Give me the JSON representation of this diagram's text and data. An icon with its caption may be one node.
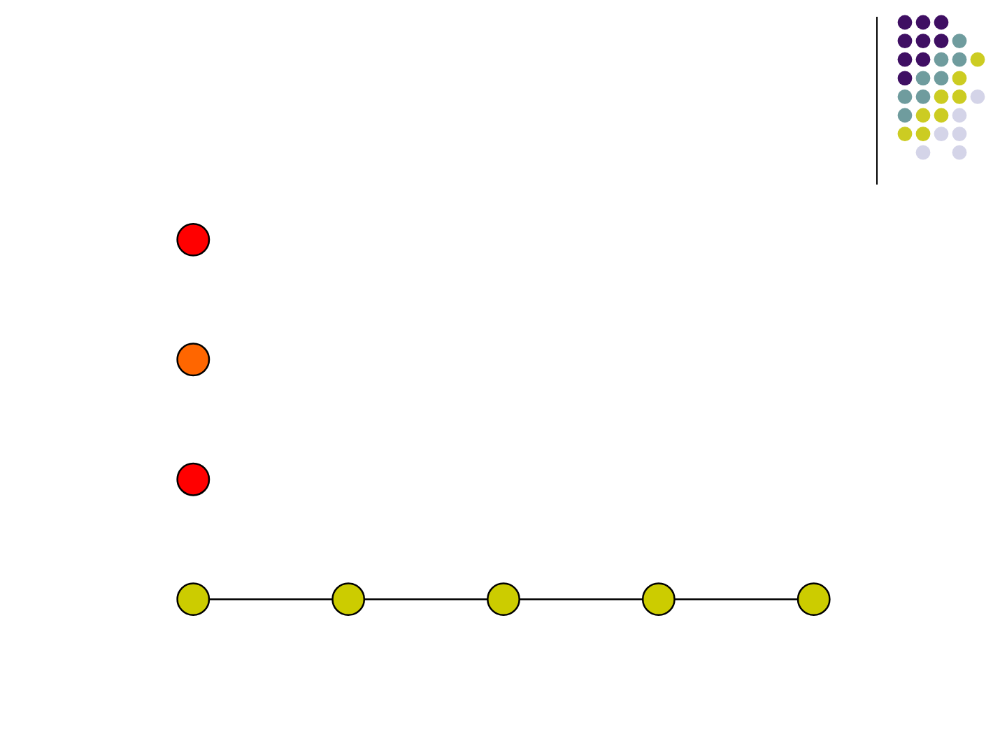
{
  "diagram": {
    "nodes": [
      {
        "text": [],
        "shape": "circle"
      },
      {
        "text": [],
        "shape": "circle"
      },
      {
        "text": [],
        "shape": "circle"
      },
      {
        "text": [],
        "shape": "circle"
      },
      {
        "text": [],
        "shape": "circle"
      },
      {
        "text": [],
        "shape": "circle"
      },
      {
        "text": [],
        "shape": "circle"
      },
      {
        "text": [],
        "shape": "circle"
      }
    ],
    "edges": [
      {
        "from": 3,
        "to": 4,
        "arrow": "none"
      },
      {
        "from": 4,
        "to": 5,
        "arrow": "none"
      },
      {
        "from": 5,
        "to": 6,
        "arrow": "none"
      },
      {
        "from": 6,
        "to": 7,
        "arrow": "none"
      }
    ]
  }
}
